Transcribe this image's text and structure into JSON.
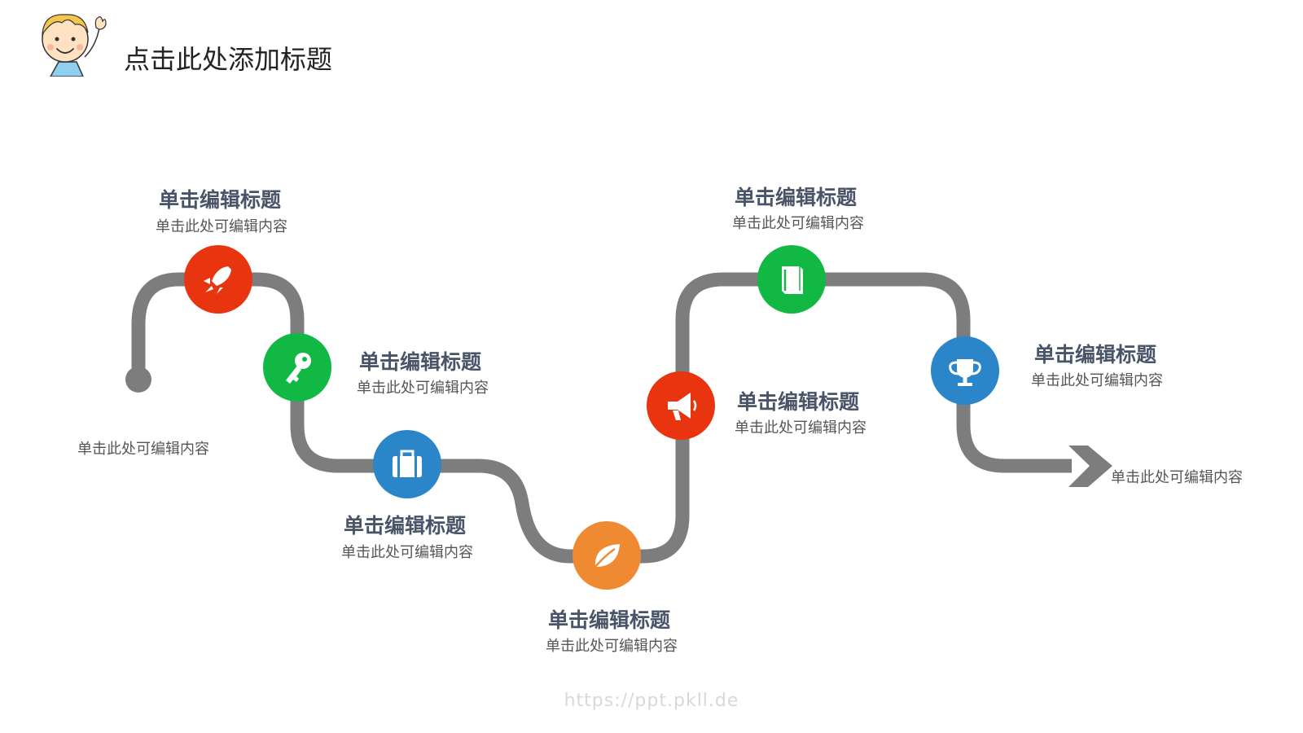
{
  "header": {
    "title": "点击此处添加标题"
  },
  "start": {
    "desc": "单击此处可编辑内容"
  },
  "end": {
    "desc": "单击此处可编辑内容"
  },
  "nodes": [
    {
      "title": "单击编辑标题",
      "desc": "单击此处可编辑内容",
      "icon": "rocket-icon",
      "color": "#e8340f"
    },
    {
      "title": "单击编辑标题",
      "desc": "单击此处可编辑内容",
      "icon": "key-icon",
      "color": "#12b844"
    },
    {
      "title": "单击编辑标题",
      "desc": "单击此处可编辑内容",
      "icon": "briefcase-icon",
      "color": "#2a86c9"
    },
    {
      "title": "单击编辑标题",
      "desc": "单击此处可编辑内容",
      "icon": "leaf-icon",
      "color": "#ef8a32"
    },
    {
      "title": "单击编辑标题",
      "desc": "单击此处可编辑内容",
      "icon": "megaphone-icon",
      "color": "#e8340f"
    },
    {
      "title": "单击编辑标题",
      "desc": "单击此处可编辑内容",
      "icon": "book-icon",
      "color": "#12b844"
    },
    {
      "title": "单击编辑标题",
      "desc": "单击此处可编辑内容",
      "icon": "trophy-icon",
      "color": "#2a86c9"
    }
  ],
  "footer": {
    "watermark": "https://ppt.pkll.de"
  },
  "colors": {
    "path": "#7d7d7d",
    "title_text": "#4a5468",
    "desc_text": "#555555"
  }
}
